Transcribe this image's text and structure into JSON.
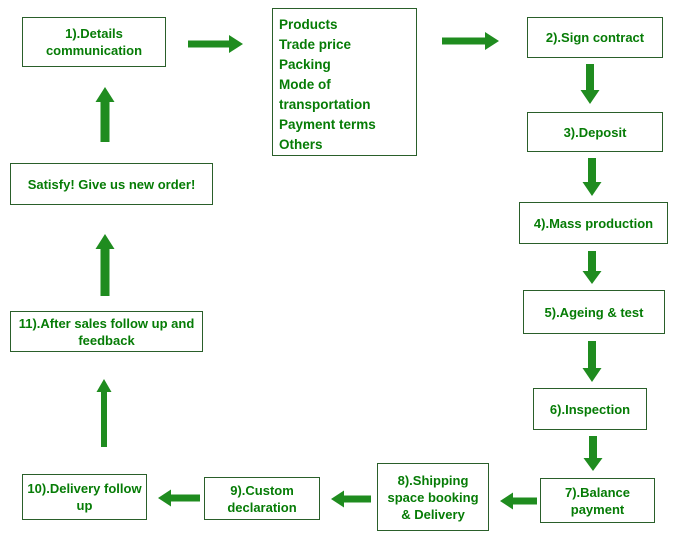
{
  "flowchart": {
    "nodes": [
      {
        "id": "details-communication",
        "label": "1).Details communication"
      },
      {
        "id": "discussion-topics",
        "items": [
          "Products",
          "Trade price",
          "Packing",
          "Mode of transportation",
          "Payment terms",
          "Others"
        ]
      },
      {
        "id": "sign-contract",
        "label": "2).Sign contract"
      },
      {
        "id": "deposit",
        "label": "3).Deposit"
      },
      {
        "id": "mass-production",
        "label": "4).Mass production"
      },
      {
        "id": "ageing-and-test",
        "label": "5).Ageing & test"
      },
      {
        "id": "inspection",
        "label": "6).Inspection"
      },
      {
        "id": "balance-payment",
        "label": "7).Balance payment"
      },
      {
        "id": "shipping-space-booking",
        "label": "8).Shipping space booking & Delivery"
      },
      {
        "id": "custom-declaration",
        "label": "9).Custom declaration"
      },
      {
        "id": "delivery-follow-up",
        "label": "10).Delivery follow up"
      },
      {
        "id": "after-sales-follow-up",
        "label": "11).After sales follow up and feedback"
      },
      {
        "id": "satisfy-new-order",
        "label": "Satisfy! Give us new order!"
      }
    ],
    "colors": {
      "text": "#067c06",
      "border": "#2a5f2a",
      "arrow": "#1f8c1f",
      "background": "#ffffff"
    }
  }
}
